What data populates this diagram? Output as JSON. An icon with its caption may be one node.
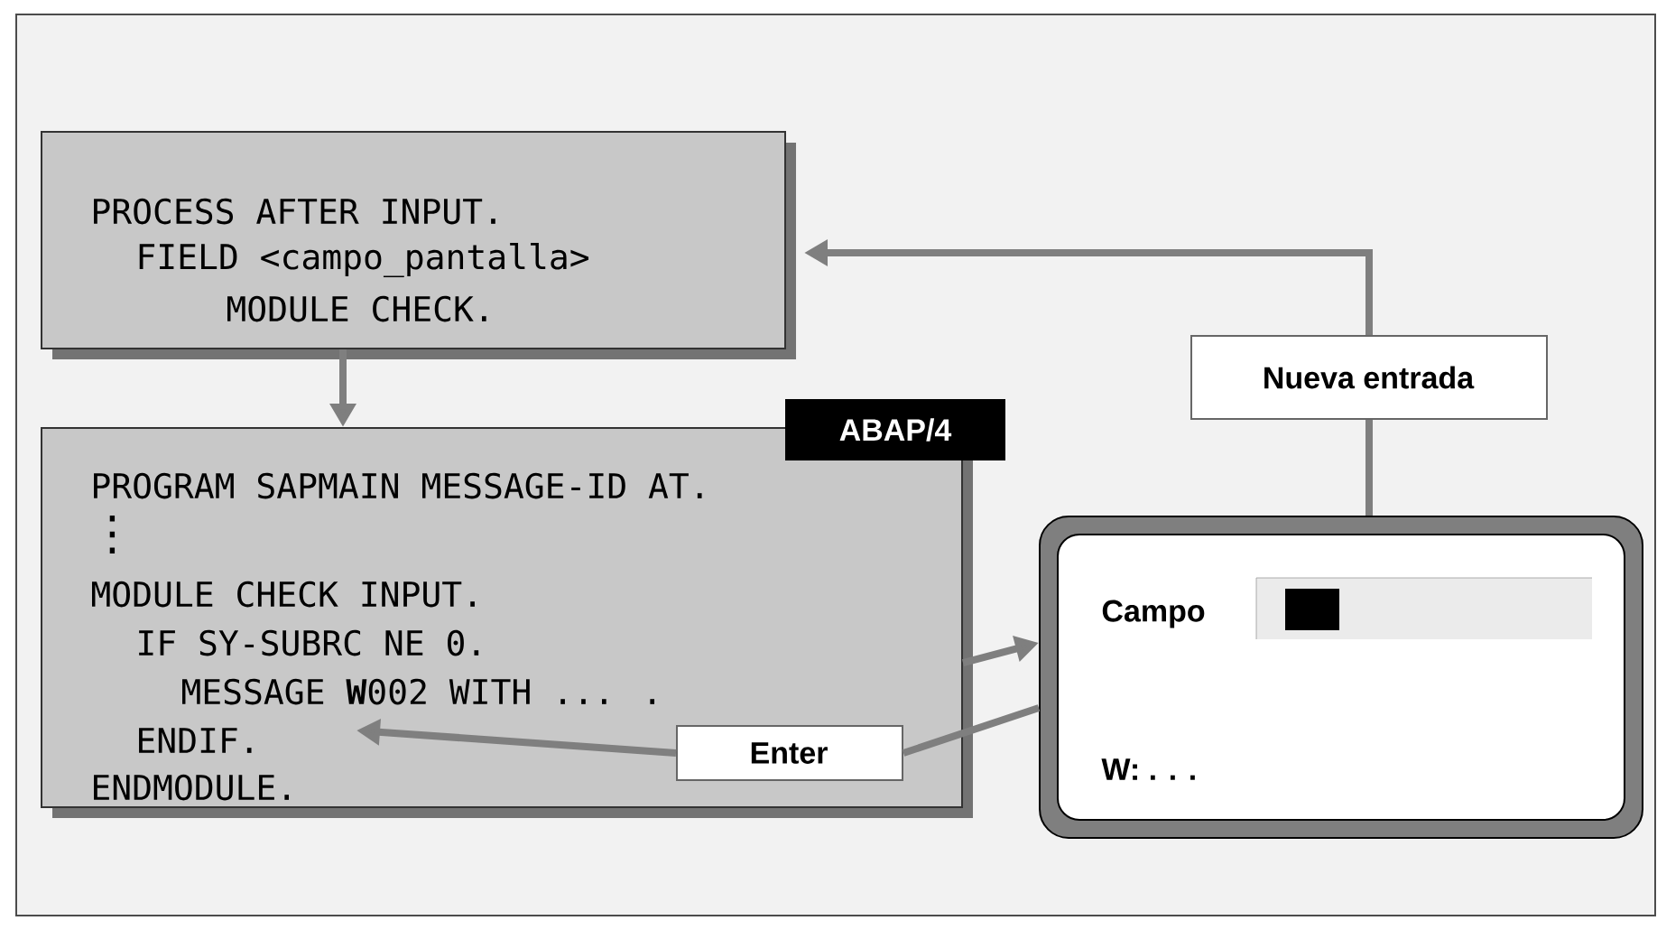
{
  "diagram": {
    "nodes": [
      {
        "text": [
          "PROCESS AFTER INPUT.",
          "FIELD <campo_pantalla>",
          "MODULE CHECK."
        ]
      },
      {
        "text": [
          "ABAP/4",
          "PROGRAM SAPMAIN MESSAGE-ID AT.",
          "⋮",
          "MODULE CHECK INPUT.",
          "IF SY-SUBRC NE 0.",
          "MESSAGE **W**002 WITH ... .",
          "ENDIF.",
          "ENDMODULE."
        ]
      },
      {
        "text": [
          "Campo",
          "W: . . ."
        ]
      },
      {
        "text": [
          "Nueva entrada"
        ]
      },
      {
        "text": [
          "Enter"
        ],
        "in": 1
      }
    ],
    "edges": [
      {
        "from": 0,
        "to": 1,
        "arrow": "to"
      },
      {
        "from": 2,
        "to": 3,
        "arrow": "none"
      },
      {
        "from": 3,
        "to": 0,
        "arrow": "to"
      },
      {
        "from": 1,
        "to": 2,
        "arrow": "to"
      },
      {
        "from": 2,
        "to": 4,
        "arrow": "none"
      },
      {
        "from": 4,
        "to": 1,
        "arrow": "to"
      }
    ]
  }
}
